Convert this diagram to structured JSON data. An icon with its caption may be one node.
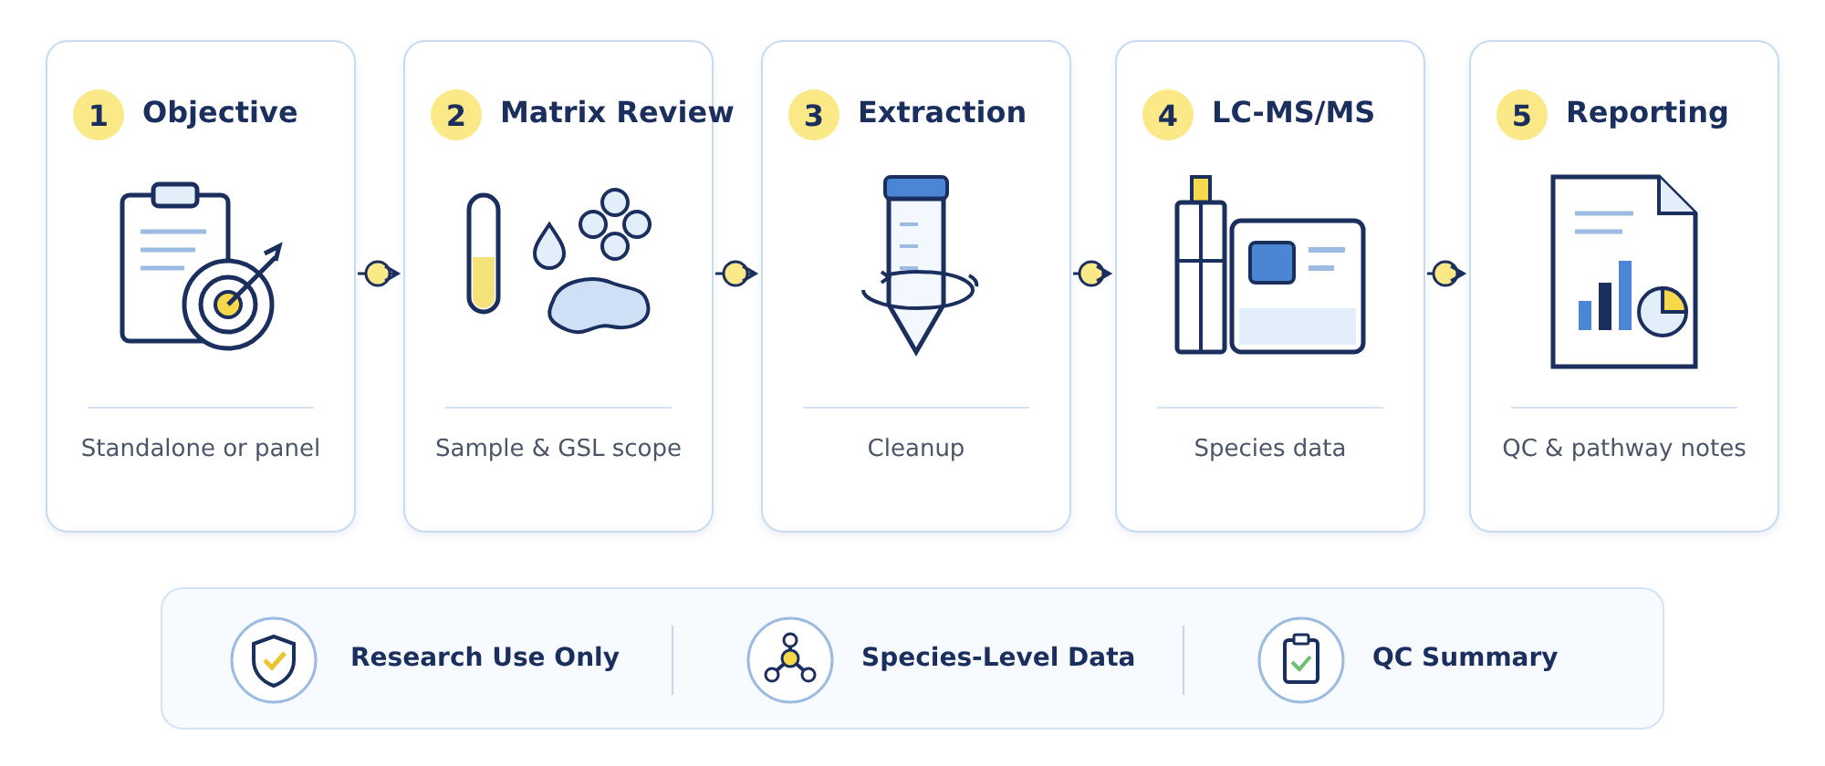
{
  "diagram": {
    "nodes": [
      {
        "text": [
          "1",
          "Objective",
          "Standalone or panel"
        ]
      },
      {
        "text": [
          "2",
          "Matrix Review",
          "Sample & GSL scope"
        ]
      },
      {
        "text": [
          "3",
          "Extraction",
          "Cleanup"
        ]
      },
      {
        "text": [
          "4",
          "LC-MS/MS",
          "Species data"
        ]
      },
      {
        "text": [
          "5",
          "Reporting",
          "QC & pathway notes"
        ]
      }
    ],
    "edges": [
      {
        "from": 0,
        "to": 1,
        "arrow": "to"
      },
      {
        "from": 1,
        "to": 2,
        "arrow": "to"
      },
      {
        "from": 2,
        "to": 3,
        "arrow": "to"
      },
      {
        "from": 3,
        "to": 4,
        "arrow": "to"
      }
    ],
    "labels": [
      "Research Use Only",
      "Species-Level Data",
      "QC Summary"
    ]
  }
}
